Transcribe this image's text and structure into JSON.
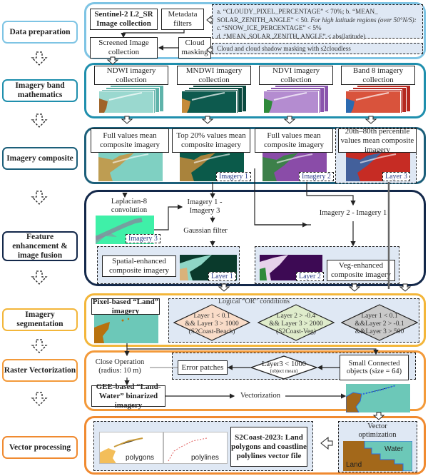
{
  "stages": [
    {
      "label": "Data preparation",
      "color": "#7ec4e4"
    },
    {
      "label": "Imagery band mathematics",
      "color": "#1f8fad"
    },
    {
      "label": "Imagery composite",
      "color": "#1c5f7a"
    },
    {
      "label": "Feature enhancement & image fusion",
      "color": "#13284a"
    },
    {
      "label": "Imagery segmentation",
      "color": "#f3b63a"
    },
    {
      "label": "Raster Vectorization",
      "color": "#f39a3a"
    },
    {
      "label": "Vector processing",
      "color": "#f08a30"
    }
  ],
  "data_preparation": {
    "sentinel": "Sentinel-2 L2_SR Image collection",
    "metadata_filters": "Metadata filters",
    "screened": "Screened Image collection",
    "cloud_masking": "Cloud masking",
    "filter_note_a": "a. “CLOUDY_PIXEL_PERCENTAGE” < 70%; b. “MEAN_ SOLAR_ZENITH_ANGLE” < 50.",
    "filter_note_italic": "For high latitude regions (over 50°N/S):",
    "filter_note_c": "c.“SNOW_ICE_PERCENTAGE” < 5%",
    "filter_note_d": "d. “MEAN_SOLAR_ZENITH_ANGLE” < abs(latitude)",
    "cloud_note": "Cloud and cloud shadow masking with s2cloudless"
  },
  "band_math": {
    "collections": [
      {
        "label": "NDWI imagery collection",
        "palette": "ndwi"
      },
      {
        "label": "MNDWI imagery collection",
        "palette": "mndwi"
      },
      {
        "label": "NDVI imagery collection",
        "palette": "ndvi"
      },
      {
        "label": "Band 8 imagery collection",
        "palette": "band8"
      }
    ]
  },
  "composite": {
    "items": [
      {
        "label": "Full values mean composite imagery",
        "tag": ""
      },
      {
        "label": "Top 20% values mean composite imagery",
        "tag": "Imagery 1"
      },
      {
        "label": "Full values mean composite imagery",
        "tag": "Imagery 2"
      },
      {
        "label": "20th–80th percentile values mean composite imagery",
        "tag": "Layer 3"
      }
    ]
  },
  "fusion": {
    "laplacian": "Laplacian-8 convolution",
    "imagery3_tag": "Imagery 3",
    "diff13": "Imagery 1 - Imagery 3",
    "gaussian": "Gaussian filter",
    "diff21": "Imagery 2 - Imagery 1",
    "spatial_enhanced": "Spatial-enhanced composite imagery",
    "layer1_tag": "Layer 1",
    "veg_enhanced": "Veg-enhanced composite imagery",
    "layer2_tag": "Layer 2"
  },
  "segmentation": {
    "land_imagery": "Pixel-based “Land” imagery",
    "or_title": "Logical “OR” conditions",
    "conditions": [
      {
        "lines": [
          "Layer 1  < 0.1",
          "&& Layer 3 > 1000",
          "(S2Coast-Beach)"
        ],
        "color": "#f9dcc8"
      },
      {
        "lines": [
          "Layer 2  > -0.4",
          "&& Layer 3 > 2000",
          "(S2Coast-Veg)"
        ],
        "color": "#dfeccb"
      },
      {
        "lines": [
          "Layer 1  < 0.1",
          "&&Layer 2 > -0.1",
          "&&Layer 3 > 500"
        ],
        "color": "#c9c9c9"
      }
    ]
  },
  "vectorization": {
    "close_op": "Close Operation (radius: 10 m)",
    "error_patches": "Error patches",
    "layer3_cond": "Layer3 < 1000",
    "layer3_sub": "(object mean)",
    "small_objects": "Small Connected objects (size = 64)",
    "binarized": "GEE-based “Land-Water” binarized imagery",
    "vectorization": "Vectorization"
  },
  "vector_processing": {
    "polygons": "polygons",
    "polylines": "polylines",
    "output": "S2Coast-2023: Land polygons and coastline polylines vector file",
    "optimization": "Vector optimization",
    "water": "Water",
    "land": "Land"
  }
}
